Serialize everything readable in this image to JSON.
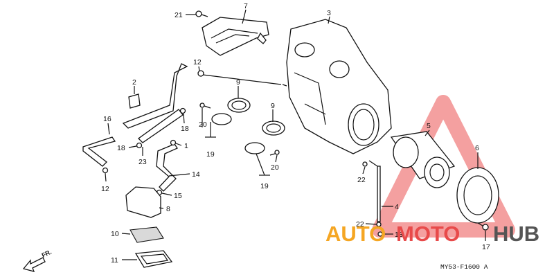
{
  "diagram": {
    "code": "MY53-F1600 A",
    "direction_label": "FR.",
    "callouts": [
      {
        "label": "21"
      },
      {
        "label": "7"
      },
      {
        "label": "3"
      },
      {
        "label": "12"
      },
      {
        "label": "2"
      },
      {
        "label": "9"
      },
      {
        "label": "9"
      },
      {
        "label": "16"
      },
      {
        "label": "20"
      },
      {
        "label": "18"
      },
      {
        "label": "1"
      },
      {
        "label": "18"
      },
      {
        "label": "19"
      },
      {
        "label": "23"
      },
      {
        "label": "20"
      },
      {
        "label": "14"
      },
      {
        "label": "19"
      },
      {
        "label": "12"
      },
      {
        "label": "15"
      },
      {
        "label": "8"
      },
      {
        "label": "5"
      },
      {
        "label": "6"
      },
      {
        "label": "22"
      },
      {
        "label": "4"
      },
      {
        "label": "22"
      },
      {
        "label": "13"
      },
      {
        "label": "10"
      },
      {
        "label": "11"
      },
      {
        "label": "17"
      }
    ]
  },
  "watermark": {
    "word_part1": "AUTO",
    "word_part2": "MOTO",
    "word_part3": "HUB",
    "color_orange": "#f5a623",
    "color_red": "#e84a4a",
    "color_gray": "#555555"
  }
}
